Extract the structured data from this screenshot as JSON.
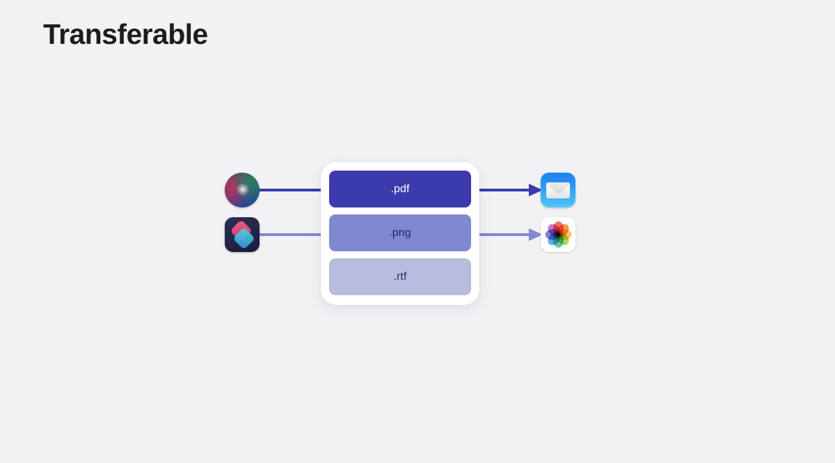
{
  "slide": {
    "title": "Transferable"
  },
  "diagram": {
    "sources": [
      {
        "name": "siri",
        "icon": "siri-orb-icon"
      },
      {
        "name": "shortcuts",
        "icon": "shortcuts-app-icon"
      }
    ],
    "formats": [
      {
        "label": ".pdf",
        "fill": "#3b3bad",
        "text_color": "#ffffff"
      },
      {
        "label": ".png",
        "fill": "#8089cf",
        "text_color": "#23246b"
      },
      {
        "label": ".rtf",
        "fill": "#b8bcdd",
        "text_color": "#2b2c6e"
      }
    ],
    "destinations": [
      {
        "name": "mail",
        "icon": "mail-app-icon"
      },
      {
        "name": "photos",
        "icon": "photos-app-icon"
      }
    ],
    "arrows": [
      {
        "name": "siri-to-pdf",
        "color": "#3b3bad"
      },
      {
        "name": "shortcuts-to-png",
        "color": "#8089cf"
      },
      {
        "name": "pdf-to-mail",
        "color": "#3b3bad"
      },
      {
        "name": "png-to-photos",
        "color": "#8089cf"
      }
    ],
    "colors": {
      "background": "#f2f2f5",
      "card": "#ffffff",
      "accent_dark": "#3b3bad",
      "accent_mid": "#8089cf",
      "accent_light": "#b8bcdd",
      "title": "#1d1d1f"
    },
    "photos_petal_colors": [
      "#f05a4f",
      "#f5883c",
      "#f3c53b",
      "#a9cf4a",
      "#4fc0a8",
      "#43a8e0",
      "#6f6fd0",
      "#c762c0"
    ]
  }
}
